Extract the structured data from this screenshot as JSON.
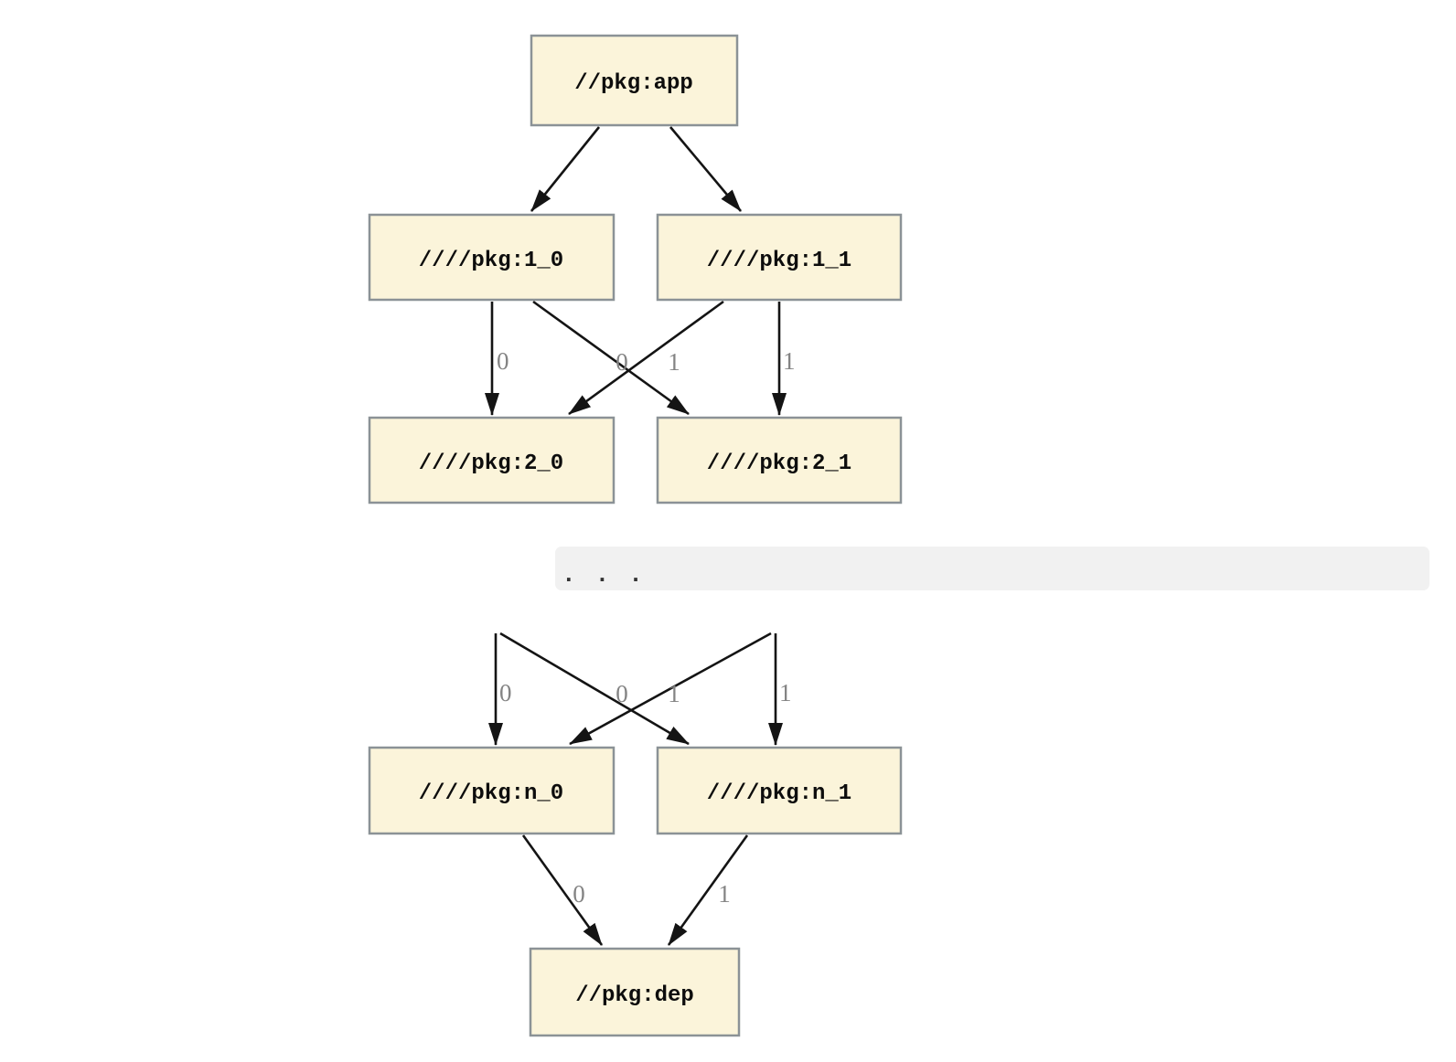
{
  "colors": {
    "node_fill": "#fbf4da",
    "node_border": "#8b9296",
    "edge": "#141414",
    "edge_label": "#848484",
    "node_text": "#0d0d0d",
    "band_bg": "#f1f1f1",
    "band_dots": "#333333",
    "page_bg": "#ffffff"
  },
  "nodes": {
    "app": {
      "label": "//pkg:app"
    },
    "l1_0": {
      "label": "////pkg:1_0"
    },
    "l1_1": {
      "label": "////pkg:1_1"
    },
    "l2_0": {
      "label": "////pkg:2_0"
    },
    "l2_1": {
      "label": "////pkg:2_1"
    },
    "ln_0": {
      "label": "////pkg:n_0"
    },
    "ln_1": {
      "label": "////pkg:n_1"
    },
    "dep": {
      "label": "//pkg:dep"
    }
  },
  "edge_labels": {
    "mid": [
      "0",
      "0",
      "1",
      "1"
    ],
    "lower": [
      "0",
      "0",
      "1",
      "1"
    ],
    "bottom": [
      "0",
      "1"
    ]
  },
  "ellipsis": "..."
}
